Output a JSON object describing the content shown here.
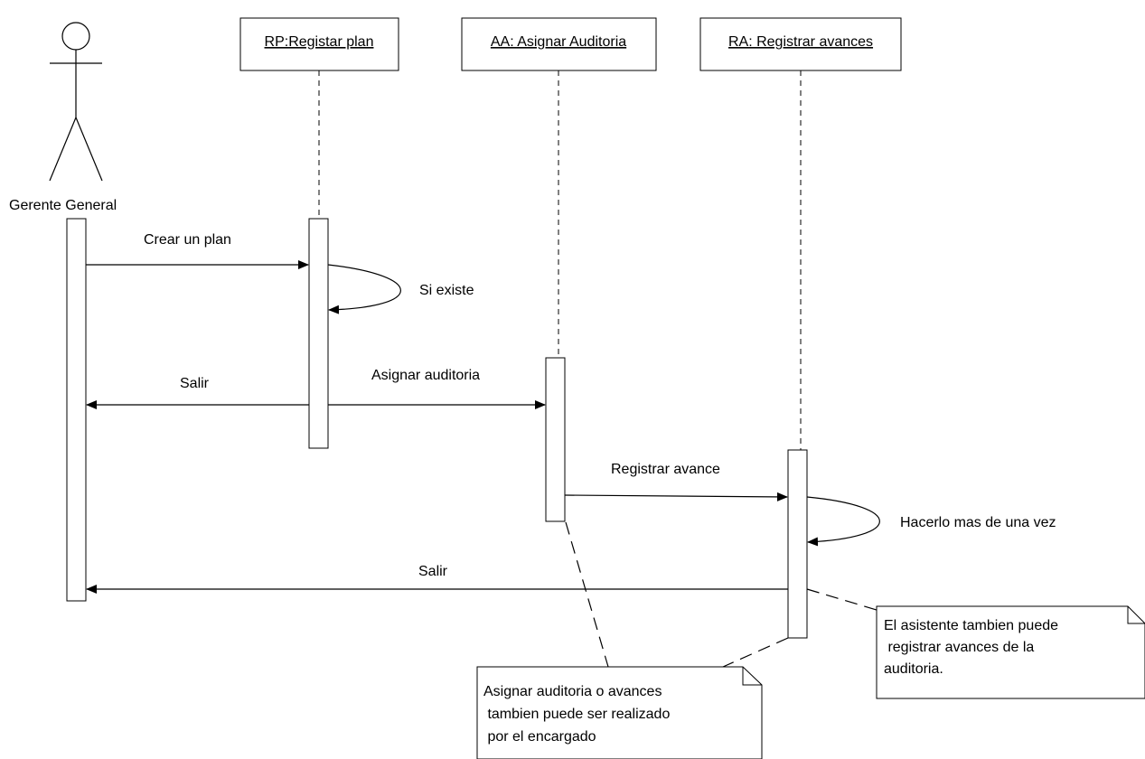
{
  "actor": {
    "name": "Gerente General"
  },
  "lifelines": {
    "rp": "RP:Registar plan",
    "aa": "AA: Asignar Auditoria",
    "ra": "RA: Registrar avances"
  },
  "messages": {
    "crear_plan": "Crear un plan",
    "si_existe": "Si existe",
    "salir_1": "Salir",
    "asignar_auditoria": "Asignar auditoria",
    "registrar_avance": "Registrar avance",
    "hacerlo_mas": "Hacerlo mas de una vez",
    "salir_2": "Salir"
  },
  "notes": {
    "asistente": [
      "El asistente tambien puede",
      " registrar avances de la",
      "auditoria."
    ],
    "encargado": [
      "Asignar auditoria o avances",
      " tambien puede ser realizado",
      " por el encargado"
    ]
  }
}
